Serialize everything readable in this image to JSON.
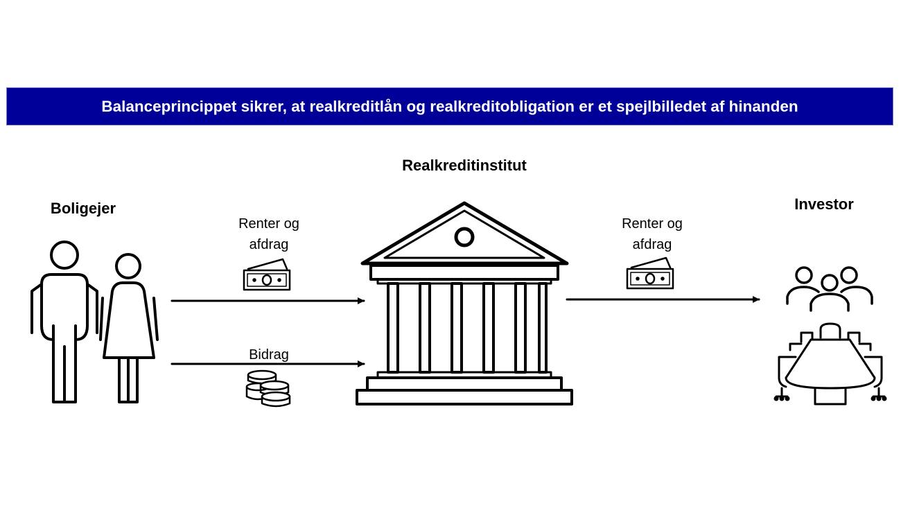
{
  "banner": {
    "text": "Balanceprincippet sikrer, at realkreditlån og realkreditobligation er et spejlbilledet af hinanden",
    "color": "#000099"
  },
  "actors": {
    "homeowner": "Boligejer",
    "institution": "Realkreditinstitut",
    "investor": "Investor"
  },
  "flows": {
    "left_top_line1": "Renter og",
    "left_top_line2": "afdrag",
    "left_bottom": "Bidrag",
    "right_top_line1": "Renter og",
    "right_top_line2": "afdrag"
  },
  "icons": [
    "people-couple-icon",
    "bank-icon",
    "meeting-table-icon",
    "investors-group-icon",
    "banknote-icon",
    "coins-icon",
    "arrow-right-icon"
  ]
}
